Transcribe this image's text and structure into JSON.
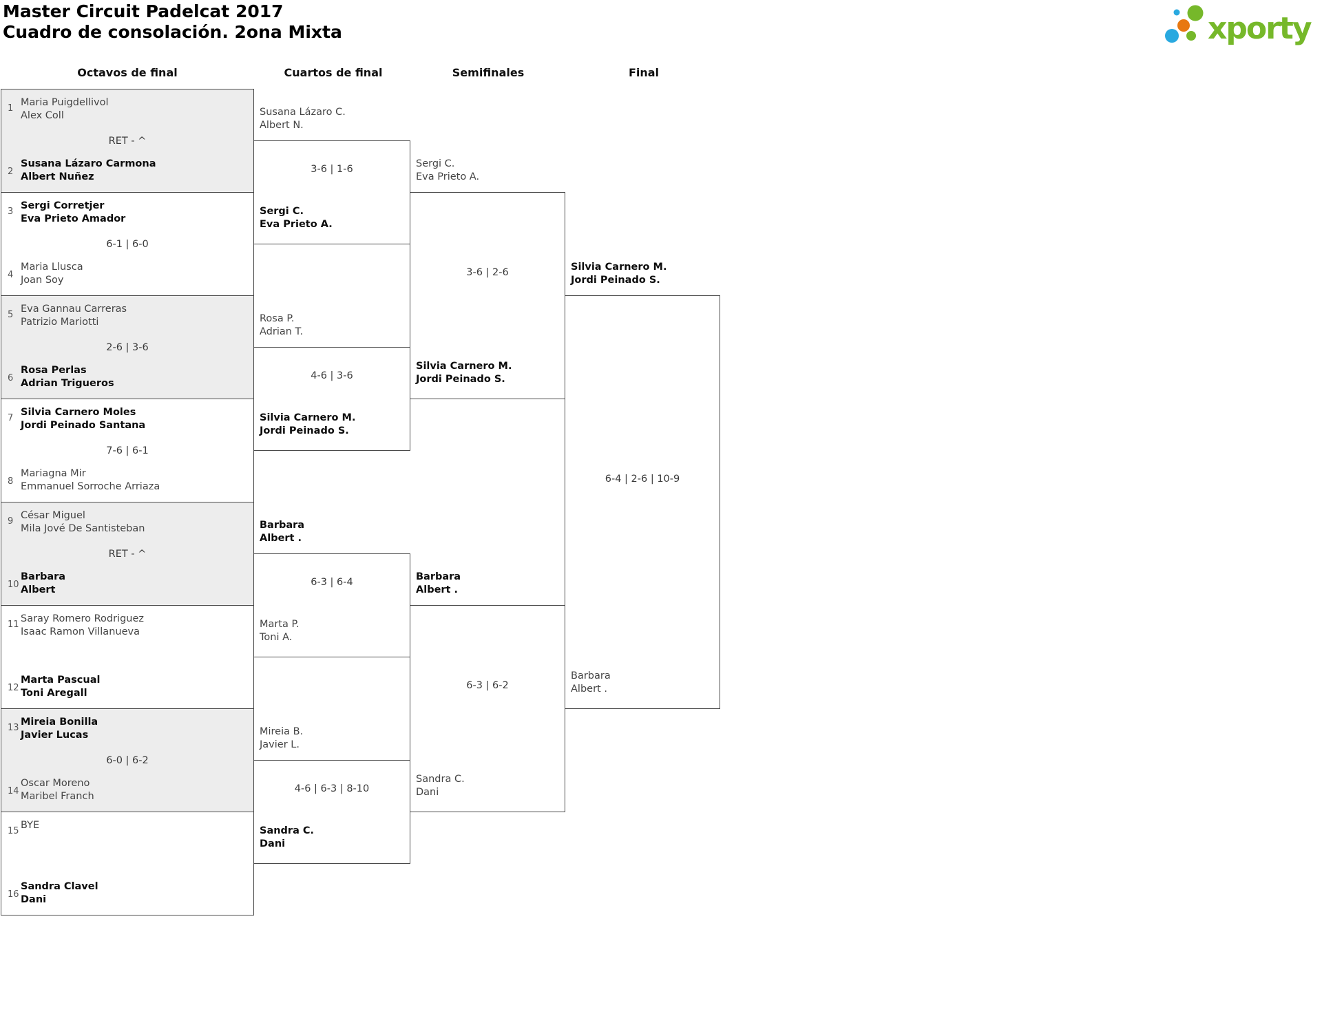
{
  "header": {
    "title_line1": "Master Circuit Padelcat 2017",
    "title_line2": "Cuadro de consolación. 2ona Mixta"
  },
  "logo": {
    "brand": "xporty",
    "colors": {
      "green": "#76b82a",
      "blue": "#29a9e0",
      "orange": "#e87811"
    }
  },
  "round_headers": [
    "Octavos de final",
    "Cuartos de final",
    "Semifinales",
    "Final"
  ],
  "bracket": {
    "octavos": [
      {
        "shaded": true,
        "top": {
          "seed": "1",
          "line1": "Maria Puigdellivol",
          "line2": "Alex Coll",
          "winner": false
        },
        "score": "RET - ^",
        "bottom": {
          "seed": "2",
          "line1": "Susana Lázaro Carmona",
          "line2": "Albert Nuñez",
          "winner": true
        }
      },
      {
        "shaded": false,
        "top": {
          "seed": "3",
          "line1": "Sergi Corretjer",
          "line2": "Eva Prieto Amador",
          "winner": true
        },
        "score": "6-1 | 6-0",
        "bottom": {
          "seed": "4",
          "line1": "Maria Llusca",
          "line2": "Joan Soy",
          "winner": false
        }
      },
      {
        "shaded": true,
        "top": {
          "seed": "5",
          "line1": "Eva Gannau Carreras",
          "line2": "Patrizio Mariotti",
          "winner": false
        },
        "score": "2-6 | 3-6",
        "bottom": {
          "seed": "6",
          "line1": "Rosa Perlas",
          "line2": "Adrian Trigueros",
          "winner": true
        }
      },
      {
        "shaded": false,
        "top": {
          "seed": "7",
          "line1": "Silvia Carnero Moles",
          "line2": "Jordi Peinado Santana",
          "winner": true
        },
        "score": "7-6 | 6-1",
        "bottom": {
          "seed": "8",
          "line1": "Mariagna Mir",
          "line2": "Emmanuel Sorroche Arriaza",
          "winner": false
        }
      },
      {
        "shaded": true,
        "top": {
          "seed": "9",
          "line1": "César Miguel",
          "line2": "Mila Jové De Santisteban",
          "winner": false
        },
        "score": "RET - ^",
        "bottom": {
          "seed": "10",
          "line1": "Barbara",
          "line2": "Albert",
          "winner": true
        }
      },
      {
        "shaded": false,
        "top": {
          "seed": "11",
          "line1": "Saray Romero Rodriguez",
          "line2": "Isaac Ramon Villanueva",
          "winner": false
        },
        "score": "",
        "bottom": {
          "seed": "12",
          "line1": "Marta Pascual",
          "line2": "Toni Aregall",
          "winner": true
        }
      },
      {
        "shaded": true,
        "top": {
          "seed": "13",
          "line1": "Mireia Bonilla",
          "line2": "Javier Lucas",
          "winner": true
        },
        "score": "6-0 | 6-2",
        "bottom": {
          "seed": "14",
          "line1": "Oscar Moreno",
          "line2": "Maribel Franch",
          "winner": false
        }
      },
      {
        "shaded": false,
        "top": {
          "seed": "15",
          "line1": "BYE",
          "line2": "",
          "winner": false
        },
        "score": "",
        "bottom": {
          "seed": "16",
          "line1": "Sandra Clavel",
          "line2": "Dani",
          "winner": true
        }
      }
    ],
    "cuartos": [
      {
        "top": {
          "line1": "Susana Lázaro C.",
          "line2": "Albert N.",
          "winner": false
        },
        "score": "3-6 | 1-6",
        "bottom": {
          "line1": "Sergi C.",
          "line2": "Eva Prieto A.",
          "winner": true
        }
      },
      {
        "top": {
          "line1": "Rosa P.",
          "line2": "Adrian T.",
          "winner": false
        },
        "score": "4-6 | 3-6",
        "bottom": {
          "line1": "Silvia Carnero M.",
          "line2": "Jordi Peinado S.",
          "winner": true
        }
      },
      {
        "top": {
          "line1": "Barbara",
          "line2": "Albert .",
          "winner": true
        },
        "score": "6-3 | 6-4",
        "bottom": {
          "line1": "Marta P.",
          "line2": "Toni A.",
          "winner": false
        }
      },
      {
        "top": {
          "line1": "Mireia B.",
          "line2": "Javier L.",
          "winner": false
        },
        "score": "4-6 | 6-3 | 8-10",
        "bottom": {
          "line1": "Sandra C.",
          "line2": "Dani",
          "winner": true
        }
      }
    ],
    "semifinales": [
      {
        "top": {
          "line1": "Sergi C.",
          "line2": "Eva Prieto A.",
          "winner": false
        },
        "score": "3-6 | 2-6",
        "bottom": {
          "line1": "Silvia Carnero M.",
          "line2": "Jordi Peinado S.",
          "winner": true
        }
      },
      {
        "top": {
          "line1": "Barbara",
          "line2": "Albert .",
          "winner": true
        },
        "score": "6-3 | 6-2",
        "bottom": {
          "line1": "Sandra C.",
          "line2": "Dani",
          "winner": false
        }
      }
    ],
    "final": [
      {
        "top": {
          "line1": "Silvia Carnero M.",
          "line2": "Jordi Peinado S.",
          "winner": true
        },
        "score": "6-4 | 2-6 | 10-9",
        "bottom": {
          "line1": "Barbara",
          "line2": "Albert .",
          "winner": false
        }
      }
    ]
  }
}
